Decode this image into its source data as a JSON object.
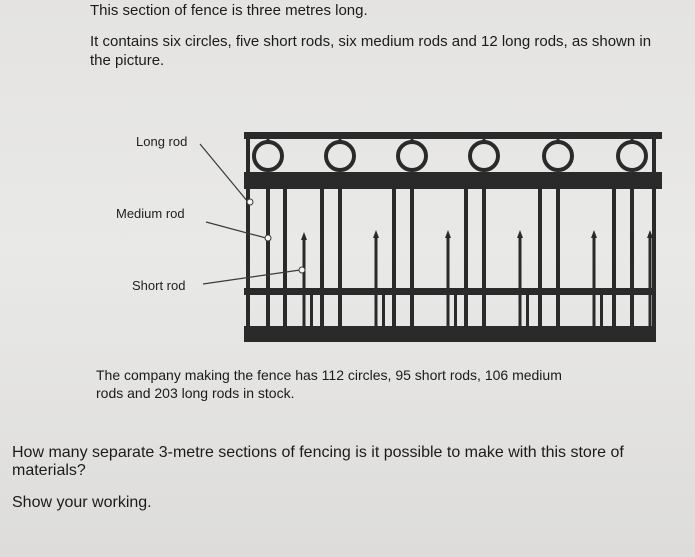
{
  "problem": {
    "intro": "This section of fence is three metres long.",
    "contents": "It contains six circles, five short rods, six medium rods and 12 long rods, as shown in the picture.",
    "stock": "The company making the fence has 112 circles, 95 short rods, 106 medium rods and 203 long rods in stock.",
    "question": "How many separate 3-metre sections of fencing is it possible to make with this store of materials?",
    "instruction": "Show your working."
  },
  "diagram": {
    "labels": {
      "long_rod": "Long rod",
      "medium_rod": "Medium rod",
      "short_rod": "Short rod"
    },
    "counts": {
      "circles": 6,
      "short_rods": 5,
      "medium_rods": 6,
      "long_rods": 12
    },
    "colors": {
      "metal": "#2a2a2a",
      "leader": "#3a3a3a"
    }
  }
}
